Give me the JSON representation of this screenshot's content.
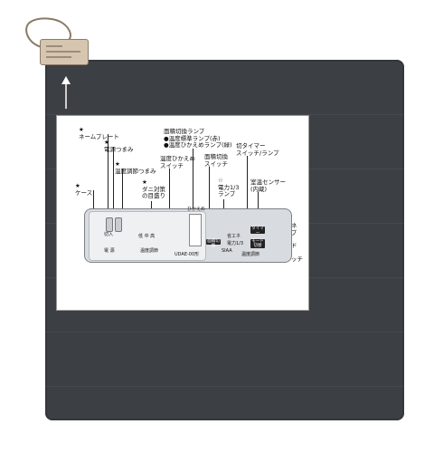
{
  "callouts": {
    "nameplate": "★\nネームプレート",
    "power_knob": "★\n電源つまみ",
    "temp_knob": "★\n温度調節つまみ",
    "case": "★\nケース",
    "mite_marker": "★\nダニ対策\nの目盛り",
    "temp_hold_switch": "温度ひかえめ\nスイッチ",
    "area_lamp": "面積切換ランプ\n●温度標準ランプ(赤)\n●温度ひかえめランプ(緑)",
    "area_switch": "面積切換\nスイッチ",
    "power13_lamp": "☆\n電力1/3\nランプ",
    "off_timer": "切タイマー\nスイッチ/ランプ",
    "room_sensor": "室温センサー\n(内蔵)",
    "eco_lamp": "省エネ\nランプ",
    "mode_switch": "モード\n切換\nスイッチ"
  },
  "device": {
    "power_on_label": "切入",
    "power_label": "電 源",
    "temp_label": "温度調節",
    "temp_scale": "低 中 高",
    "area_button": "面積切換",
    "hold_button": "ひかえめ",
    "timer_button": "タイマー",
    "mode_button": "モード\n切替",
    "eco_button": "省エネ\n電力1/3",
    "brand": "SIAA",
    "model": "UDAE-00形",
    "setting_label": "温度調節"
  },
  "colors": {
    "carpet": "#3c3f44",
    "controller": "#d6c6b0",
    "device": "#d8dbdf"
  }
}
